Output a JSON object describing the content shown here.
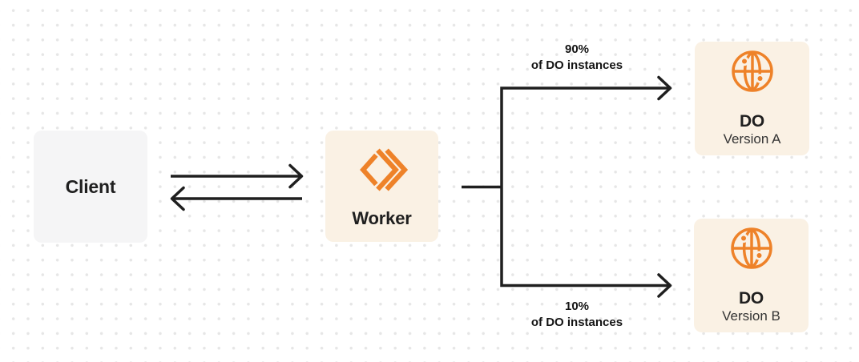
{
  "colors": {
    "accent_orange": "#EE8229",
    "ink": "#1F1F1F",
    "box_cream": "#FAF1E4",
    "box_gray": "#F5F5F6",
    "dot_grid": "#E6E6E6",
    "background": "#FFFFFF"
  },
  "nodes": {
    "client": {
      "label": "Client"
    },
    "worker": {
      "label": "Worker",
      "icon": "worker-chevrons-icon"
    },
    "do_version_a": {
      "title": "DO",
      "subtitle": "Version A",
      "icon": "globe-icon"
    },
    "do_version_b": {
      "title": "DO",
      "subtitle": "Version B",
      "icon": "globe-icon"
    }
  },
  "edges": {
    "split_top": {
      "percent": "90%",
      "caption": "of DO instances"
    },
    "split_bottom": {
      "percent": "10%",
      "caption": "of DO instances"
    }
  }
}
